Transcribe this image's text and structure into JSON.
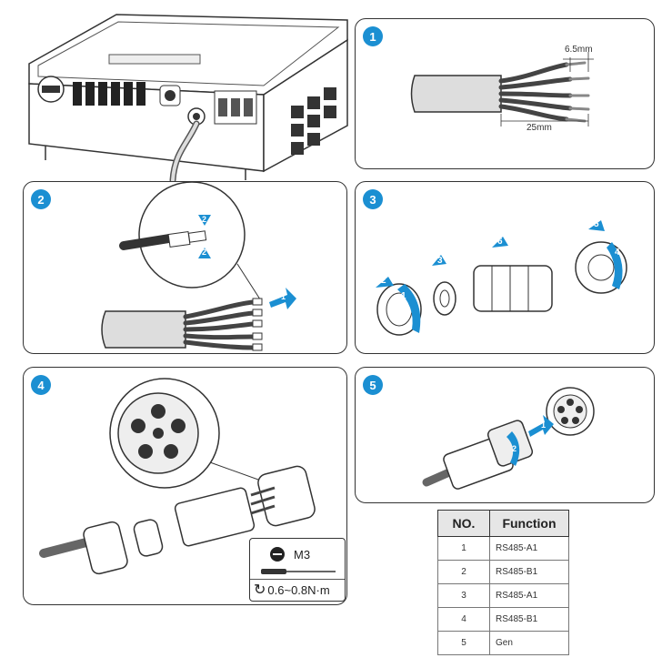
{
  "steps": [
    {
      "number": "1",
      "dim_strip": "6.5mm",
      "dim_cable": "25mm"
    },
    {
      "number": "2",
      "arrow_labels": [
        "1",
        "2",
        "2"
      ]
    },
    {
      "number": "3",
      "arrow_labels": [
        "1",
        "2",
        "3",
        "4",
        "5",
        "6"
      ]
    },
    {
      "number": "4",
      "tool_size": "M3",
      "torque": "0.6~0.8N·m"
    },
    {
      "number": "5",
      "arrow_labels": [
        "1",
        "2"
      ]
    }
  ],
  "table": {
    "headers": [
      "NO.",
      "Function"
    ],
    "rows": [
      {
        "no": "1",
        "function": "RS485-A1"
      },
      {
        "no": "2",
        "function": "RS485-B1"
      },
      {
        "no": "3",
        "function": "RS485-A1"
      },
      {
        "no": "4",
        "function": "RS485-B1"
      },
      {
        "no": "5",
        "function": "Gen"
      }
    ]
  },
  "colors": {
    "accent_blue": "#1b8fd2",
    "line": "#333333"
  }
}
